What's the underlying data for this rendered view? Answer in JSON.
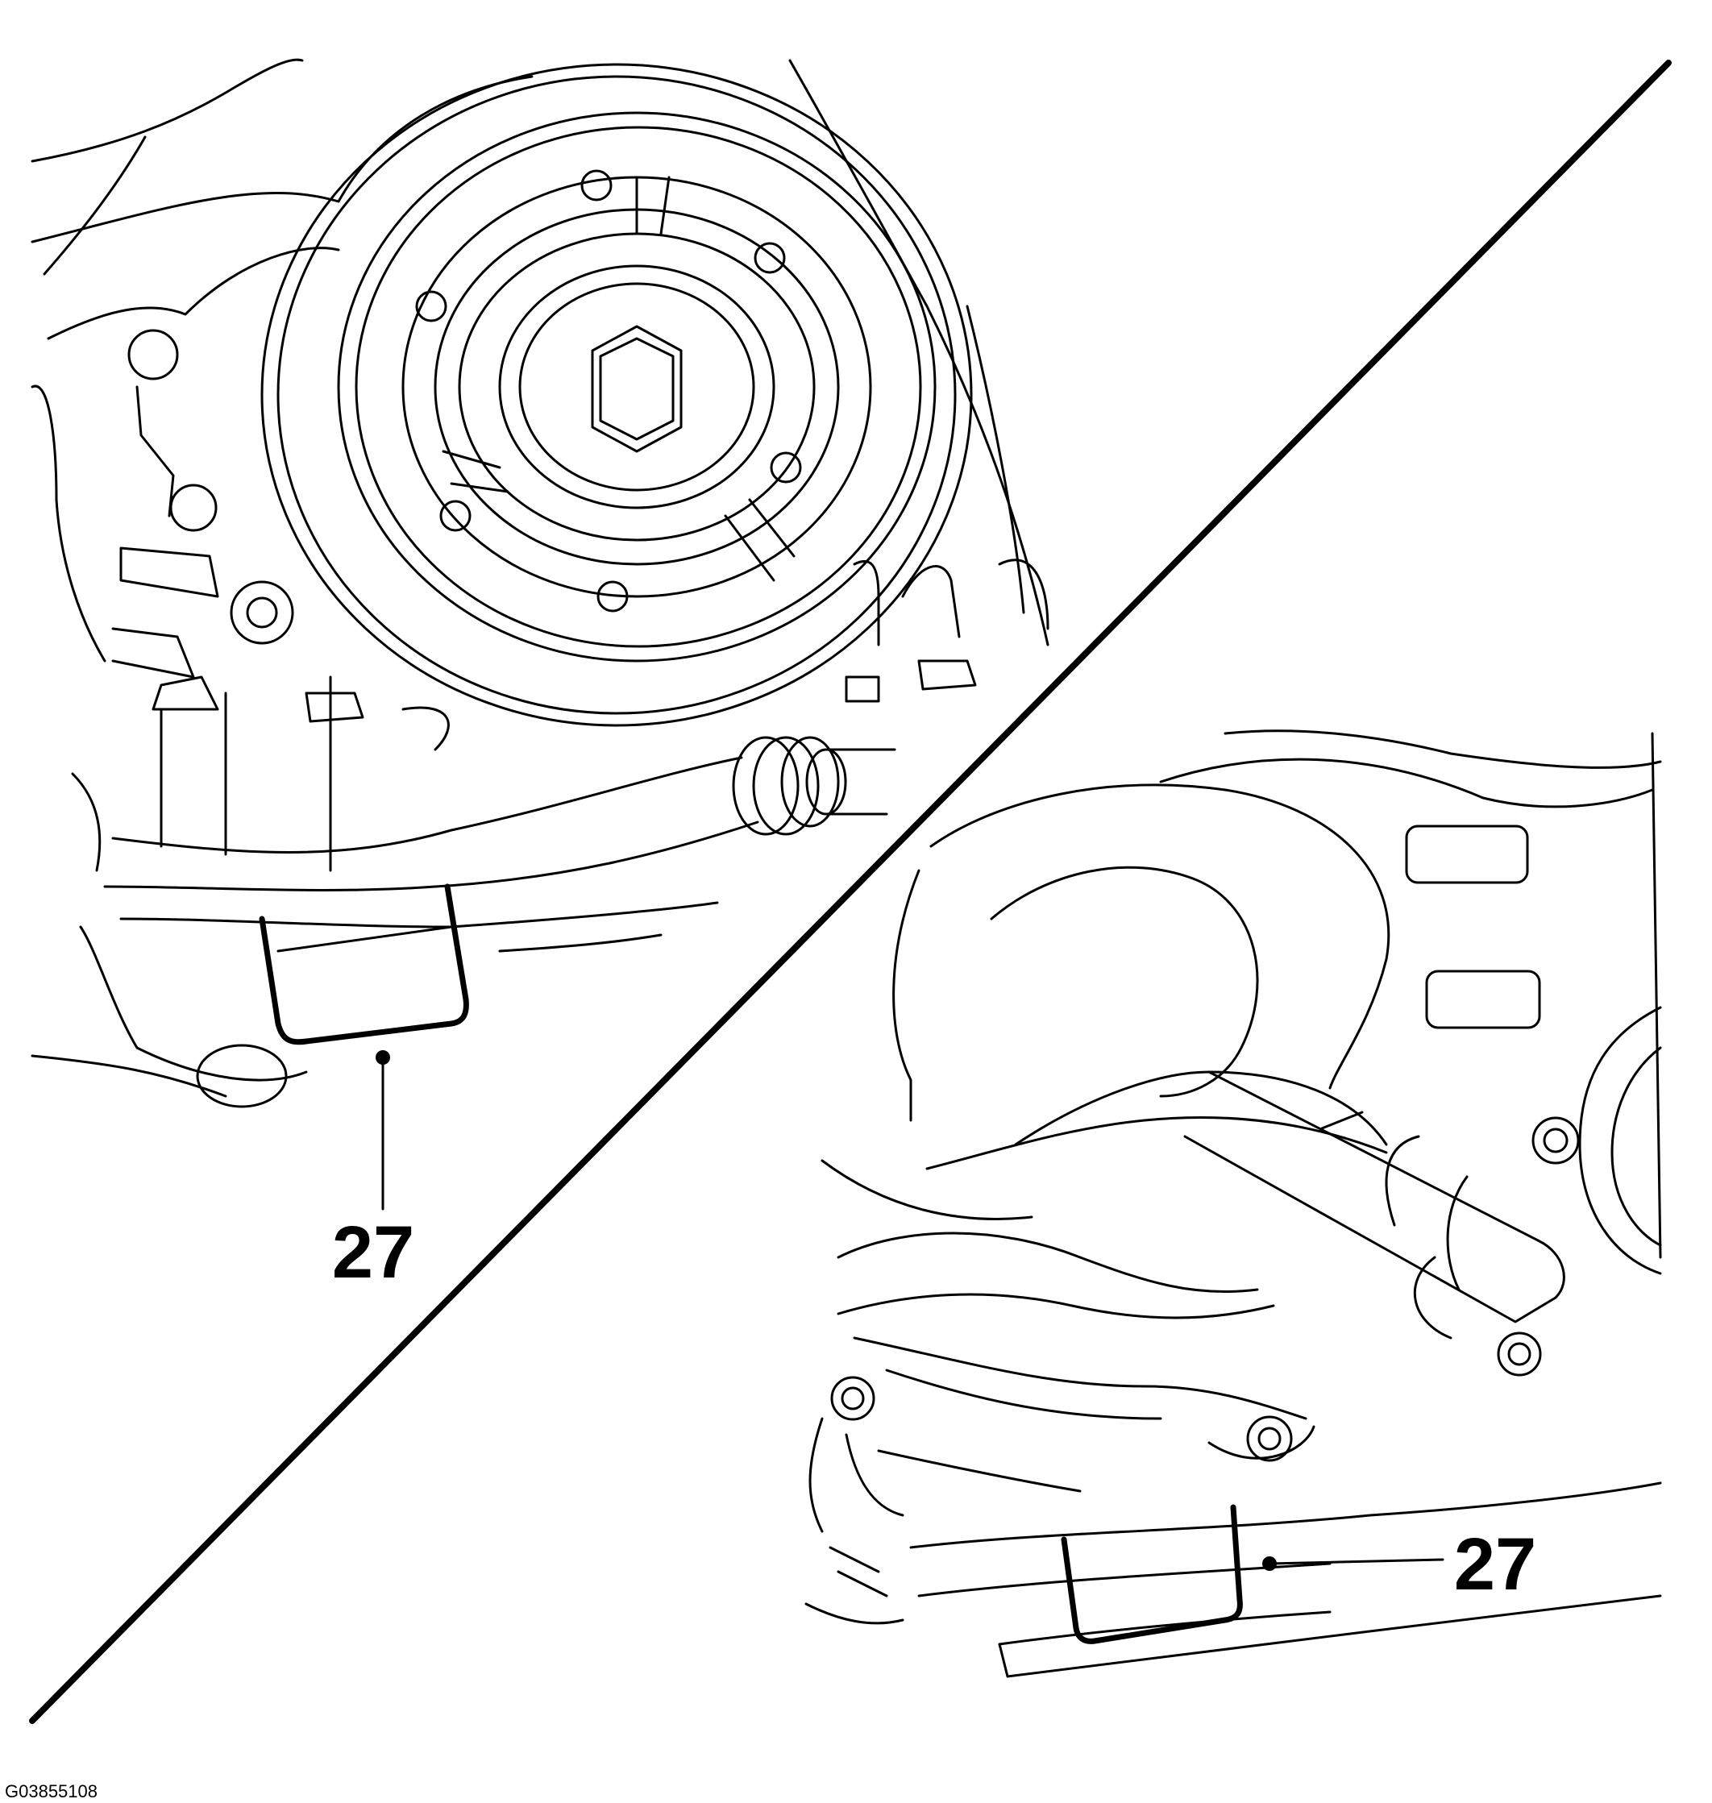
{
  "figure": {
    "id": "G03855108",
    "callouts": [
      {
        "label": "27",
        "part": "tool"
      },
      {
        "label": "27",
        "part": "tool"
      }
    ]
  }
}
